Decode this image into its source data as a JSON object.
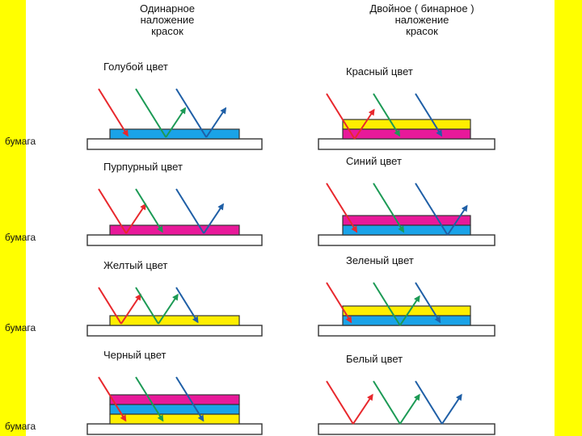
{
  "header": {
    "left_title": [
      "Одинарное",
      "наложение",
      "красок"
    ],
    "right_title": [
      "Двойное ( бинарное )",
      "наложение",
      "красок"
    ]
  },
  "paper_label": "бумага",
  "colors": {
    "cyan": "#1aa3e8",
    "magenta": "#e8199a",
    "yellow": "#ffee00",
    "red_ray": "#e8282d",
    "green_ray": "#1c9a55",
    "blue_ray": "#1f5fa6",
    "paper": "#ffffff",
    "background": "#ffff00"
  },
  "panels": [
    {
      "id": "cyan",
      "title": "Голубой цвет",
      "layers": [
        "cyan"
      ],
      "reflected": [
        "green",
        "blue"
      ],
      "has_paper_label": true
    },
    {
      "id": "red",
      "title": "Красный цвет",
      "layers": [
        "yellow",
        "magenta"
      ],
      "reflected": [
        "red"
      ],
      "has_paper_label": false
    },
    {
      "id": "magenta",
      "title": "Пурпурный цвет",
      "layers": [
        "magenta"
      ],
      "reflected": [
        "red",
        "blue"
      ],
      "has_paper_label": true
    },
    {
      "id": "blue",
      "title": "Синий цвет",
      "layers": [
        "magenta",
        "cyan"
      ],
      "reflected": [
        "blue"
      ],
      "has_paper_label": false
    },
    {
      "id": "yellow",
      "title": "Желтый цвет",
      "layers": [
        "yellow"
      ],
      "reflected": [
        "red",
        "green"
      ],
      "has_paper_label": true
    },
    {
      "id": "green",
      "title": "Зеленый цвет",
      "layers": [
        "yellow",
        "cyan"
      ],
      "reflected": [
        "green"
      ],
      "has_paper_label": false
    },
    {
      "id": "black",
      "title": "Черный цвет",
      "layers": [
        "magenta",
        "cyan",
        "yellow"
      ],
      "reflected": [],
      "has_paper_label": true
    },
    {
      "id": "white",
      "title": "Белый цвет",
      "layers": [],
      "reflected": [
        "red",
        "green",
        "blue"
      ],
      "has_paper_label": false
    }
  ]
}
